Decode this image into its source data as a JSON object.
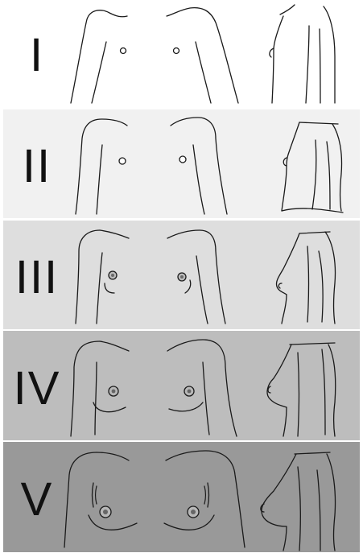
{
  "stages": [
    {
      "label": "I",
      "band_color": "#ffffff"
    },
    {
      "label": "II",
      "band_color": "#f1f1f1"
    },
    {
      "label": "III",
      "band_color": "#dedede"
    },
    {
      "label": "IV",
      "band_color": "#bdbdbd"
    },
    {
      "label": "V",
      "band_color": "#999999"
    }
  ],
  "colors": {
    "outline": "#1a1a1a",
    "skin": "#ffffff",
    "areola": "#9a9a9a"
  }
}
